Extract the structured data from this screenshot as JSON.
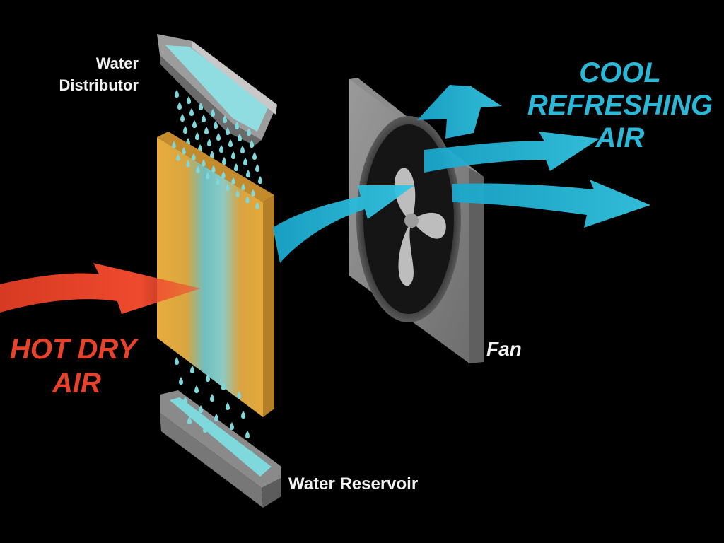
{
  "labels": {
    "water_distributor_line1": "Water",
    "water_distributor_line2": "Distributor",
    "water_reservoir": "Water Reservoir",
    "fan": "Fan",
    "hot_air_line1": "HOT DRY",
    "hot_air_line2": "AIR",
    "cool_air_line1": "COOL",
    "cool_air_line2": "REFRESHING",
    "cool_air_line3": "AIR"
  },
  "colors": {
    "background": "#000000",
    "hot_air": "#e8432a",
    "cool_air": "#2ab8d8",
    "pad": "#e2a63a",
    "water": "#7fd8dc",
    "metal": "#8a8a8a",
    "label_text": "#f2f2f2"
  },
  "icons": {
    "fan": "fan-icon",
    "droplet": "water-droplet-icon"
  }
}
